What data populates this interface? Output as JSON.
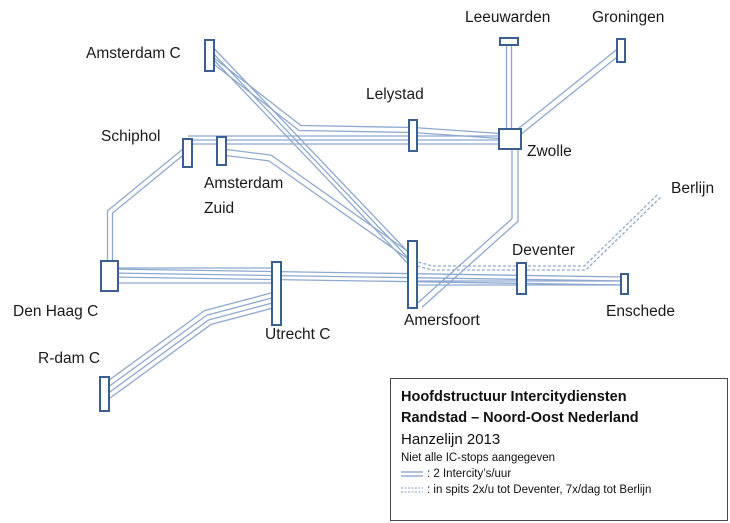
{
  "stations": {
    "leeuwarden": "Leeuwarden",
    "groningen": "Groningen",
    "amsterdam_c": "Amsterdam C",
    "lelystad": "Lelystad",
    "schiphol": "Schiphol",
    "zwolle": "Zwolle",
    "amsterdam_zuid_1": "Amsterdam",
    "amsterdam_zuid_2": "Zuid",
    "berlijn": "Berlijn",
    "deventer": "Deventer",
    "den_haag_c": "Den Haag C",
    "enschede": "Enschede",
    "amersfoort": "Amersfoort",
    "utrecht_c": "Utrecht C",
    "r_dam_c": "R-dam C"
  },
  "legend": {
    "title_line1": "Hoofdstructuur Intercitydiensten",
    "title_line2": "Randstad – Noord-Oost Nederland",
    "subtitle": "Hanzelijn 2013",
    "note": "Niet alle IC-stops aangegeven",
    "solid_label": ": 2 Intercity’s/uur",
    "dashed_label": ": in spits 2x/u tot Deventer, 7x/dag tot Berlijn"
  },
  "colors": {
    "line": "#8ea9cf",
    "station_border": "#3c5f93",
    "station_fill": "#ffffff"
  }
}
